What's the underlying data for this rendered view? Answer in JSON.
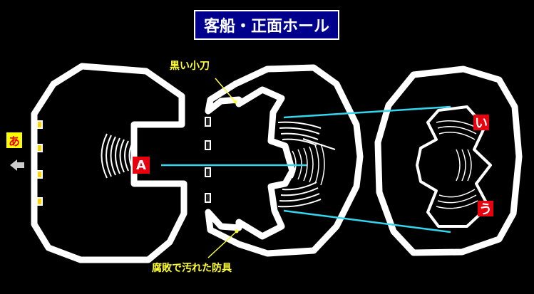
{
  "title": "客船・正面ホール",
  "labels": {
    "black_dagger": "黒い小刀",
    "rotten_armor": "腐敗で汚れた防具"
  },
  "markers": {
    "a_ja": "あ",
    "i_ja": "い",
    "u_ja": "う",
    "A": "A"
  },
  "icons": {
    "exit_arrow": "left-arrow-icon"
  },
  "colors": {
    "title_bg": "#00008c",
    "label_text": "#ffff33",
    "marker_red": "#e8000e",
    "marker_yellow": "#ffff00",
    "connector_line": "#33d6ee",
    "room_outline": "#ffffff"
  }
}
